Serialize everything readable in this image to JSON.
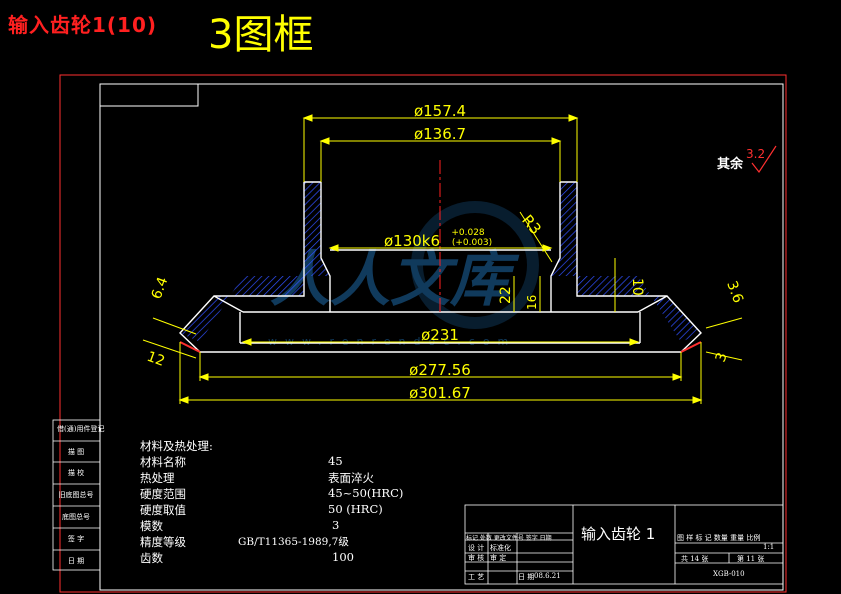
{
  "header": {
    "title_red": "输入齿轮1(10)",
    "title_yellow": "3图框"
  },
  "dimensions": {
    "d157": "ø157.4",
    "d136": "ø136.7",
    "d130": "ø130k6",
    "tol_upper": "+0.028",
    "tol_lower": "(+0.003)",
    "r3": "R3",
    "d231": "ø231",
    "d277": "ø277.56",
    "d301": "ø301.67",
    "n64": "6.4",
    "n12": "12",
    "n22": "22",
    "n16": "16",
    "n10": "10",
    "n36": "3.6",
    "n3": "3"
  },
  "roughness": {
    "label": "其余",
    "value": "3.2"
  },
  "specs": {
    "heading": "材料及热处理:",
    "rows": [
      {
        "label": "材料名称",
        "value": "45"
      },
      {
        "label": "热处理",
        "value": "表面淬火"
      },
      {
        "label": "硬度范围",
        "value": "45~50(HRC)"
      },
      {
        "label": "硬度取值",
        "value": "50 (HRC)"
      },
      {
        "label": "模数",
        "value": "3"
      },
      {
        "label": "精度等级",
        "value": "GB/T11365-1989,7级"
      },
      {
        "label": "齿数",
        "value": "100"
      }
    ]
  },
  "side_table": [
    "借(通)用件登记",
    "描 图",
    "描 校",
    "旧底图总号",
    "底图总号",
    "签 字",
    "日 期"
  ],
  "title_block": {
    "part_name": "输入齿轮 1",
    "header_row": "标记 处数 更改文件号 签字 日期",
    "designer_row": "设 计",
    "std_label": "标准化",
    "check_label": "审 核",
    "review_label": "审 定",
    "process_label": "工 艺",
    "date_label": "日 期",
    "date_value": "08.6.21",
    "stage_labels": "图 样 标 记 数量 重量 比例",
    "scale": "1:1",
    "sheets": "共 14 张",
    "sheet_no": "第 11 张",
    "drawing_no": "XGB-010"
  },
  "colors": {
    "outline": "#ffffff",
    "border": "#ff3030",
    "dimension": "#ffff00",
    "hatch": "#3050ff",
    "centerline": "#ff2020",
    "watermark": "#1e6aa8"
  }
}
